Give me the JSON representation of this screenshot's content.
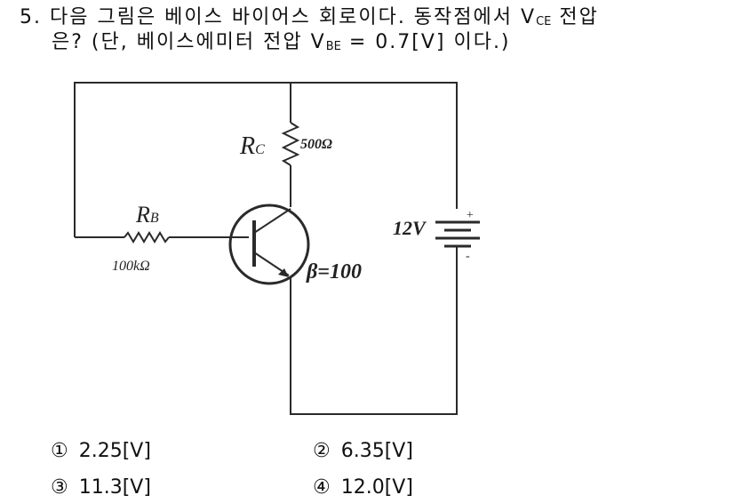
{
  "question": {
    "number": "5.",
    "line1_text": "다음 그림은 베이스 바이어스 회로이다. 동작점에서 ",
    "line1_var": "V",
    "line1_sub": "CE",
    "line1_tail": " 전압",
    "line2_text": "은? (단, 베이스에미터 전압 ",
    "line2_var": "V",
    "line2_sub": "BE",
    "line2_tail": " = 0.7[V] 이다.)"
  },
  "circuit": {
    "rc_label": "R",
    "rc_sub": "C",
    "rc_value": "500Ω",
    "rb_label": "R",
    "rb_sub": "B",
    "rb_value": "100kΩ",
    "source_label": "12V",
    "plus": "+",
    "minus": "-",
    "beta_label": "β=100"
  },
  "choices": [
    {
      "num": "①",
      "text": "2.25[V]"
    },
    {
      "num": "②",
      "text": "6.35[V]"
    },
    {
      "num": "③",
      "text": "11.3[V]"
    },
    {
      "num": "④",
      "text": "12.0[V]"
    }
  ]
}
